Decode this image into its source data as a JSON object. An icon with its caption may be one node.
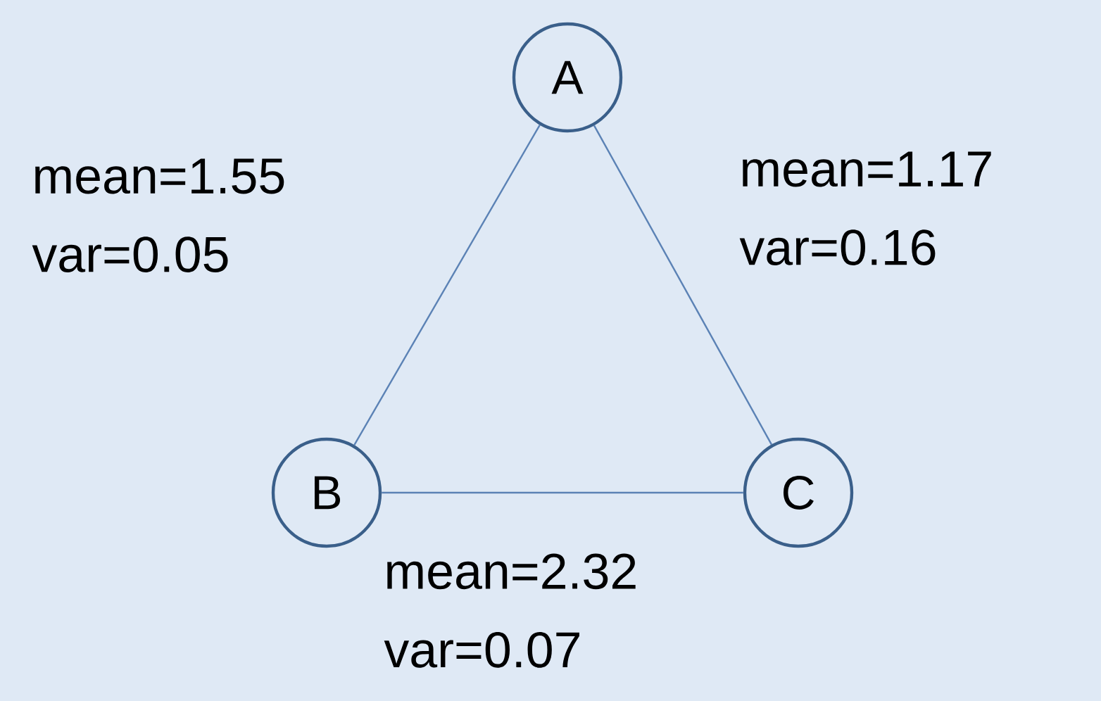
{
  "diagram": {
    "nodes": [
      {
        "text": [
          "A"
        ]
      },
      {
        "text": [
          "B"
        ]
      },
      {
        "text": [
          "C"
        ]
      }
    ],
    "edges": [
      {
        "from": 0,
        "to": 1,
        "arrow": "none",
        "label": "mean=1.55 var=0.05"
      },
      {
        "from": 0,
        "to": 2,
        "arrow": "none",
        "label": "mean=1.17 var=0.16"
      },
      {
        "from": 1,
        "to": 2,
        "arrow": "none",
        "label": "mean=2.32 var=0.07"
      }
    ]
  }
}
